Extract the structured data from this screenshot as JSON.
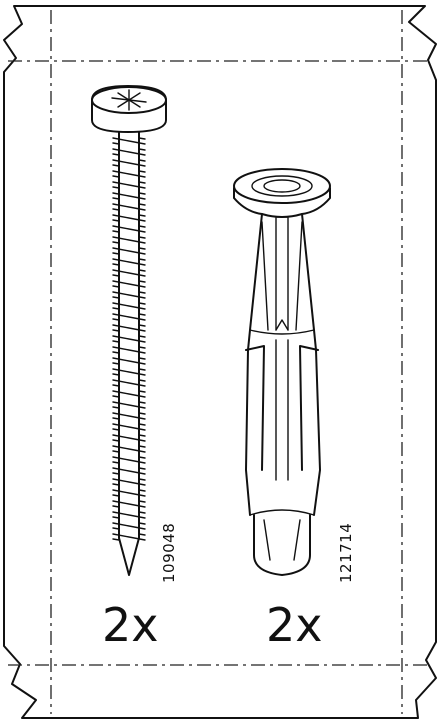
{
  "parts": [
    {
      "kind": "screw",
      "icon": "screw-icon",
      "code": "109048",
      "quantity": "2x"
    },
    {
      "kind": "wall-plug",
      "icon": "wall-plug-icon",
      "code": "121714",
      "quantity": "2x"
    }
  ],
  "colors": {
    "ink": "#111111",
    "background": "#ffffff"
  }
}
